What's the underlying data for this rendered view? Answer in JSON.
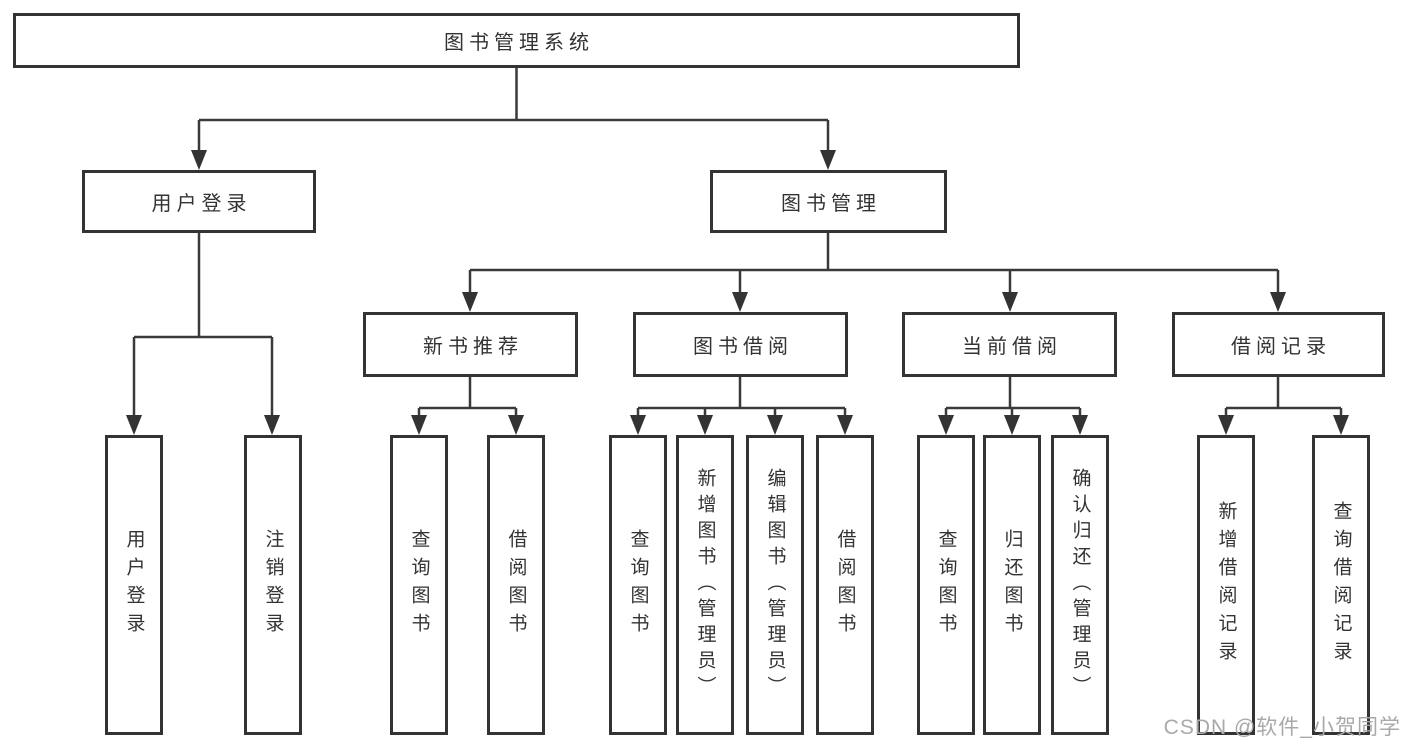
{
  "tree": {
    "root": {
      "label": "图书管理系统"
    },
    "branches": [
      {
        "label": "用户登录",
        "children": [
          {
            "label": "用户登录"
          },
          {
            "label": "注销登录"
          }
        ]
      },
      {
        "label": "图书管理",
        "children": [
          {
            "label": "新书推荐",
            "children": [
              {
                "label": "查询图书"
              },
              {
                "label": "借阅图书"
              }
            ]
          },
          {
            "label": "图书借阅",
            "children": [
              {
                "label": "查询图书"
              },
              {
                "label": "新增图书（管理员）"
              },
              {
                "label": "编辑图书（管理员）"
              },
              {
                "label": "借阅图书"
              }
            ]
          },
          {
            "label": "当前借阅",
            "children": [
              {
                "label": "查询图书"
              },
              {
                "label": "归还图书"
              },
              {
                "label": "确认归还（管理员）"
              }
            ]
          },
          {
            "label": "借阅记录",
            "children": [
              {
                "label": "新增借阅记录"
              },
              {
                "label": "查询借阅记录"
              }
            ]
          }
        ]
      }
    ]
  },
  "watermark": {
    "text": "CSDN @软件_小贺同学"
  },
  "colors": {
    "background": "#ffffff",
    "box_border": "#333333",
    "connector_line": "#3a3a3a",
    "label_text": "#333333",
    "watermark_text": "#a9a9a9"
  }
}
